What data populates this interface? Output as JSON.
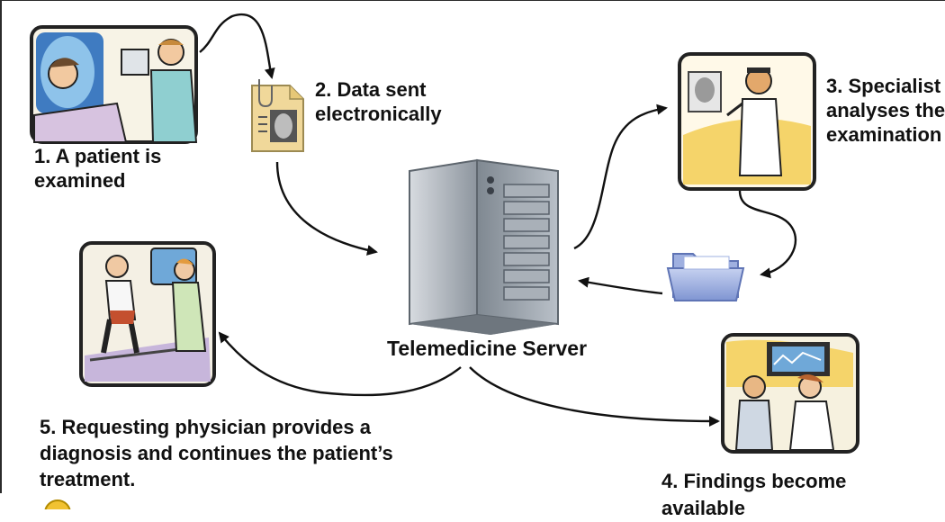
{
  "server_label": "Telemedicine Server",
  "steps": [
    {
      "lines": [
        "1. A patient is",
        "examined"
      ]
    },
    {
      "lines": [
        "2. Data sent",
        "electronically"
      ]
    },
    {
      "lines": [
        "3. Specialist",
        "analyses the",
        "examination"
      ]
    },
    {
      "lines": [
        "4. Findings become",
        "available"
      ]
    },
    {
      "lines": [
        "5. Requesting physician provides a",
        "diagnosis and continues the patient’s",
        "treatment."
      ]
    }
  ],
  "colors": {
    "arrow": "#111111",
    "frame_border": "#2b2b2b",
    "server_body": "#9aa2ab",
    "server_front": "#c9cfd6",
    "folder": "#8fa4d8",
    "document": "#f0d89a",
    "scene_yellow": "#f5d46a",
    "scene_blue": "#6fa8d8"
  }
}
